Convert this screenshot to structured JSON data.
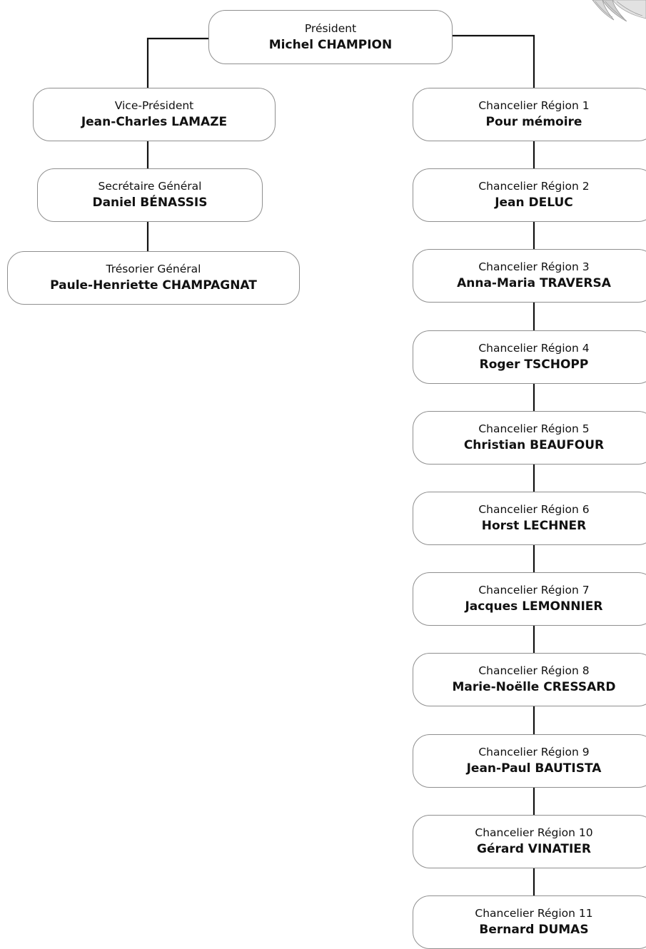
{
  "president": {
    "role": "Président",
    "name": "Michel CHAMPION"
  },
  "left": [
    {
      "role": "Vice-Président",
      "name": "Jean-Charles LAMAZE"
    },
    {
      "role": "Secrétaire Général",
      "name": "Daniel BÉNASSIS"
    },
    {
      "role": "Trésorier Général",
      "name": "Paule-Henriette CHAMPAGNAT"
    }
  ],
  "regions": [
    {
      "role": "Chancelier Région 1",
      "name": "Pour mémoire"
    },
    {
      "role": "Chancelier Région 2",
      "name": "Jean DELUC"
    },
    {
      "role": "Chancelier Région 3",
      "name": "Anna-Maria TRAVERSA"
    },
    {
      "role": "Chancelier Région 4",
      "name": "Roger TSCHOPP"
    },
    {
      "role": "Chancelier Région 5",
      "name": "Christian BEAUFOUR"
    },
    {
      "role": "Chancelier Région 6",
      "name": "Horst LECHNER"
    },
    {
      "role": "Chancelier Région 7",
      "name": "Jacques LEMONNIER"
    },
    {
      "role": "Chancelier Région 8",
      "name": "Marie-Noëlle CRESSARD"
    },
    {
      "role": "Chancelier Région 9",
      "name": "Jean-Paul BAUTISTA"
    },
    {
      "role": "Chancelier Région 10",
      "name": "Gérard VINATIER"
    },
    {
      "role": "Chancelier Région 11",
      "name": "Bernard DUMAS"
    }
  ]
}
